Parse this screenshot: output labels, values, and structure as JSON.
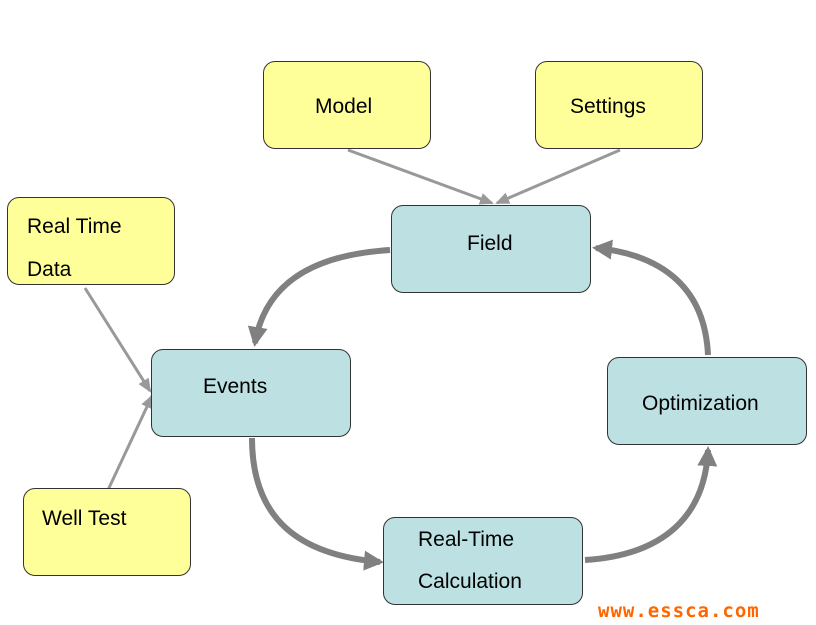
{
  "boxes": {
    "model": "Model",
    "settings": "Settings",
    "real_time_data": [
      "Real Time",
      "Data"
    ],
    "field": "Field",
    "events": "Events",
    "optimization": "Optimization",
    "well_test": "Well Test",
    "real_time_calculation": [
      "Real-Time",
      "Calculation"
    ]
  },
  "watermark": "www.essca.com",
  "colors": {
    "input_box": "#ffff99",
    "process_box": "#bde0e2",
    "thin_arrow": "#999999",
    "cycle_arrow": "#808080",
    "watermark": "#ff6600"
  }
}
